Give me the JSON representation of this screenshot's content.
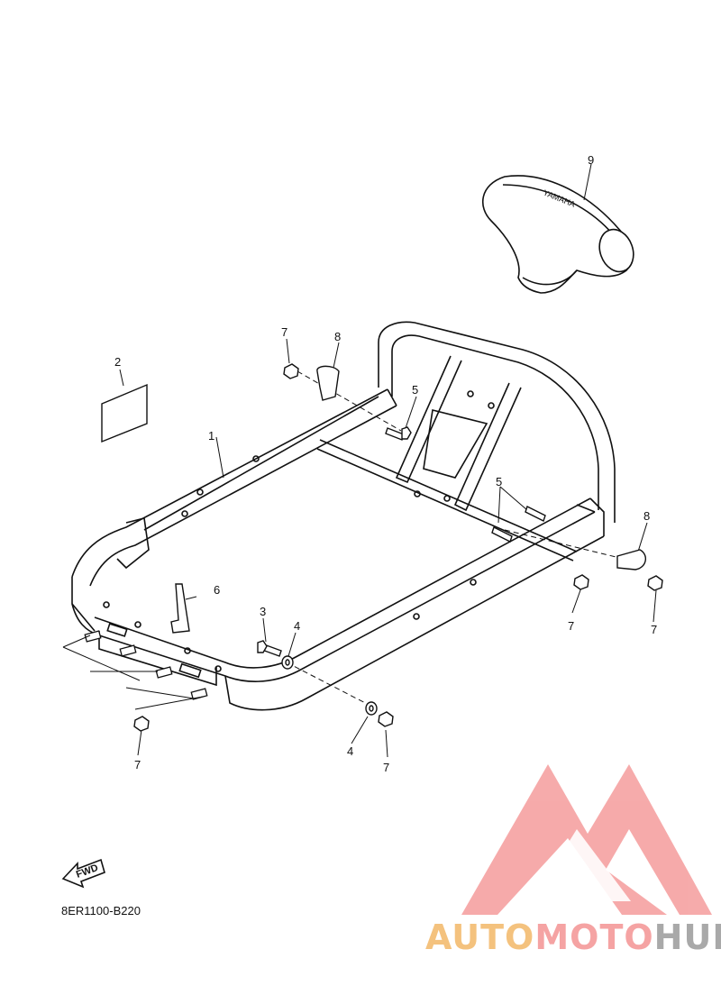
{
  "callouts": {
    "c1": "1",
    "c2": "2",
    "c3": "3",
    "c4a": "4",
    "c4b": "4",
    "c5a": "5",
    "c5b": "5",
    "c6": "6",
    "c7a": "7",
    "c7b": "7",
    "c7c": "7",
    "c7d": "7",
    "c7e": "7",
    "c8a": "8",
    "c8b": "8",
    "c9": "9"
  },
  "fwd_label": "FWD",
  "cover_emboss": "YAMAHA",
  "diagram_code": "8ER1100-B220",
  "watermark": {
    "part1": "AUTO",
    "part2": "MOTO",
    "part3": "HUB",
    "colors": {
      "auto": "#f4c27e",
      "moto": "#f5a3a3",
      "hub": "#a9a9a9",
      "logo": "#f59c9c"
    }
  }
}
